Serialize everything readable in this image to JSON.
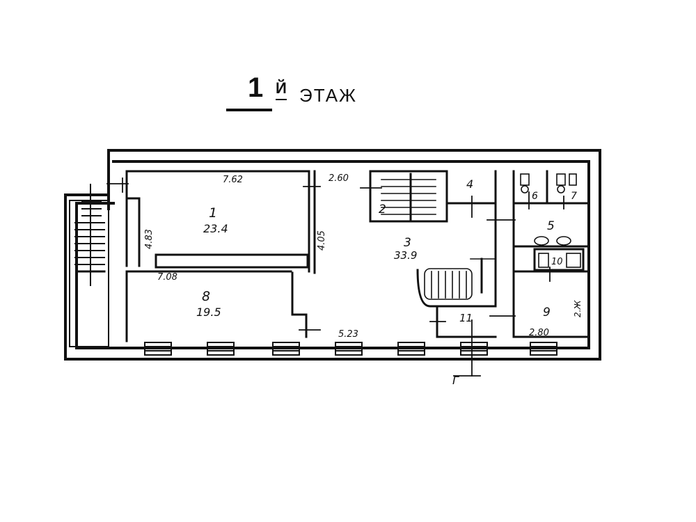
{
  "title": {
    "number": "1",
    "suffix": "Й",
    "word": "ЭТАЖ"
  },
  "rooms": [
    {
      "id": "1",
      "area": "23.4"
    },
    {
      "id": "2",
      "area": ""
    },
    {
      "id": "3",
      "area": "33.9"
    },
    {
      "id": "4",
      "area": ""
    },
    {
      "id": "5",
      "area": ""
    },
    {
      "id": "6",
      "area": ""
    },
    {
      "id": "7",
      "area": ""
    },
    {
      "id": "8",
      "area": "19.5"
    },
    {
      "id": "9",
      "area": ""
    },
    {
      "id": "10",
      "area": ""
    },
    {
      "id": "11",
      "area": ""
    }
  ],
  "dimensions": {
    "room1_width": "7.62",
    "room1_depth": "4.83",
    "room8_width": "7.08",
    "hall_top": "2.60",
    "hall_side": "4.05",
    "front_bottom": "5.23",
    "room9_width": "2.80",
    "room9_side": "2.Ж"
  },
  "section_mark": "Г"
}
